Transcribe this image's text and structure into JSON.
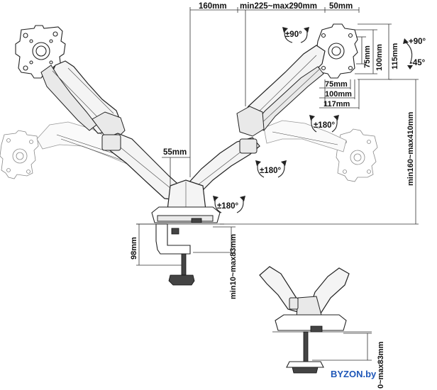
{
  "dimensions": {
    "top_left": "160mm",
    "top_extension": "min225~max290mm",
    "top_right": "50mm",
    "vesa_small_h": "75mm",
    "vesa_large_h": "100mm",
    "plate_height": "115mm",
    "vesa_small_w": "75mm",
    "vesa_large_w": "100mm",
    "plate_width": "117mm",
    "pole_height": "min160~max410mm",
    "arm_gap": "55mm",
    "base_height": "98mm",
    "clamp_range": "min10~max83mm",
    "grommet_range": "0~max83mm"
  },
  "rotations": {
    "swivel": "±90°",
    "tilt_up": "+90°",
    "tilt_down": "-45°",
    "arm_right": "±180°",
    "arm_center": "±180°",
    "arm_base": "±180°"
  },
  "watermark": "BYZON.by",
  "colors": {
    "line": "#222222",
    "watermark": "#1f57b8",
    "background": "#ffffff"
  }
}
